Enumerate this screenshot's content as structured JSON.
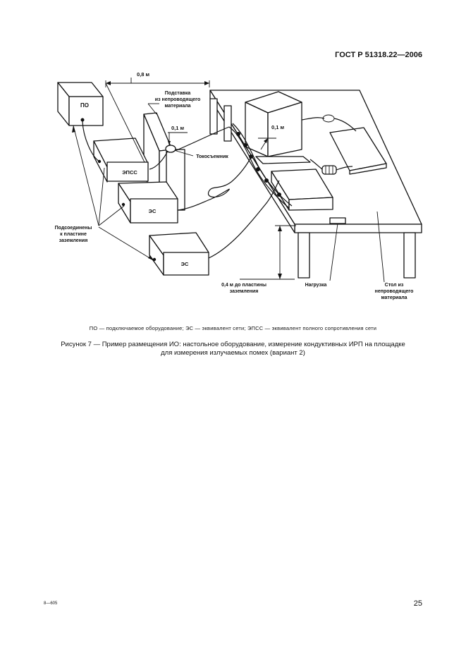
{
  "header": {
    "doc_id": "ГОСТ Р 51318.22—2006"
  },
  "figure": {
    "labels": {
      "po": "ПО",
      "epss": "ЭПСС",
      "es1": "ЭС",
      "es2": "ЭС",
      "dist_08": "0,8 м",
      "support_l1": "Подставка",
      "support_l2": "из непроводящего",
      "support_l3": "материала",
      "dist_01_left": "0,1 м",
      "dist_01_right": "0,1 м",
      "current_probe": "Токосъемник",
      "ground_l1": "Подсоединены",
      "ground_l2": "к пластине",
      "ground_l3": "заземления",
      "height_l1": "0,4 м до пластины",
      "height_l2": "заземления",
      "load": "Нагрузка",
      "table_l1": "Стол из",
      "table_l2": "непроводящего",
      "table_l3": "материала"
    }
  },
  "legend": "ПО — подключаемое оборудование; ЭС — эквивалент сети; ЭПСС — эквивалент полного сопротивления сети",
  "caption": {
    "line1": "Рисунок 7 — Пример размещения ИО: настольное оборудование, измерение кондуктивных ИРП на площадке",
    "line2": "для измерения излучаемых  помех  (вариант 2)"
  },
  "footer": {
    "left_code": "8—605",
    "page_number": "25"
  }
}
